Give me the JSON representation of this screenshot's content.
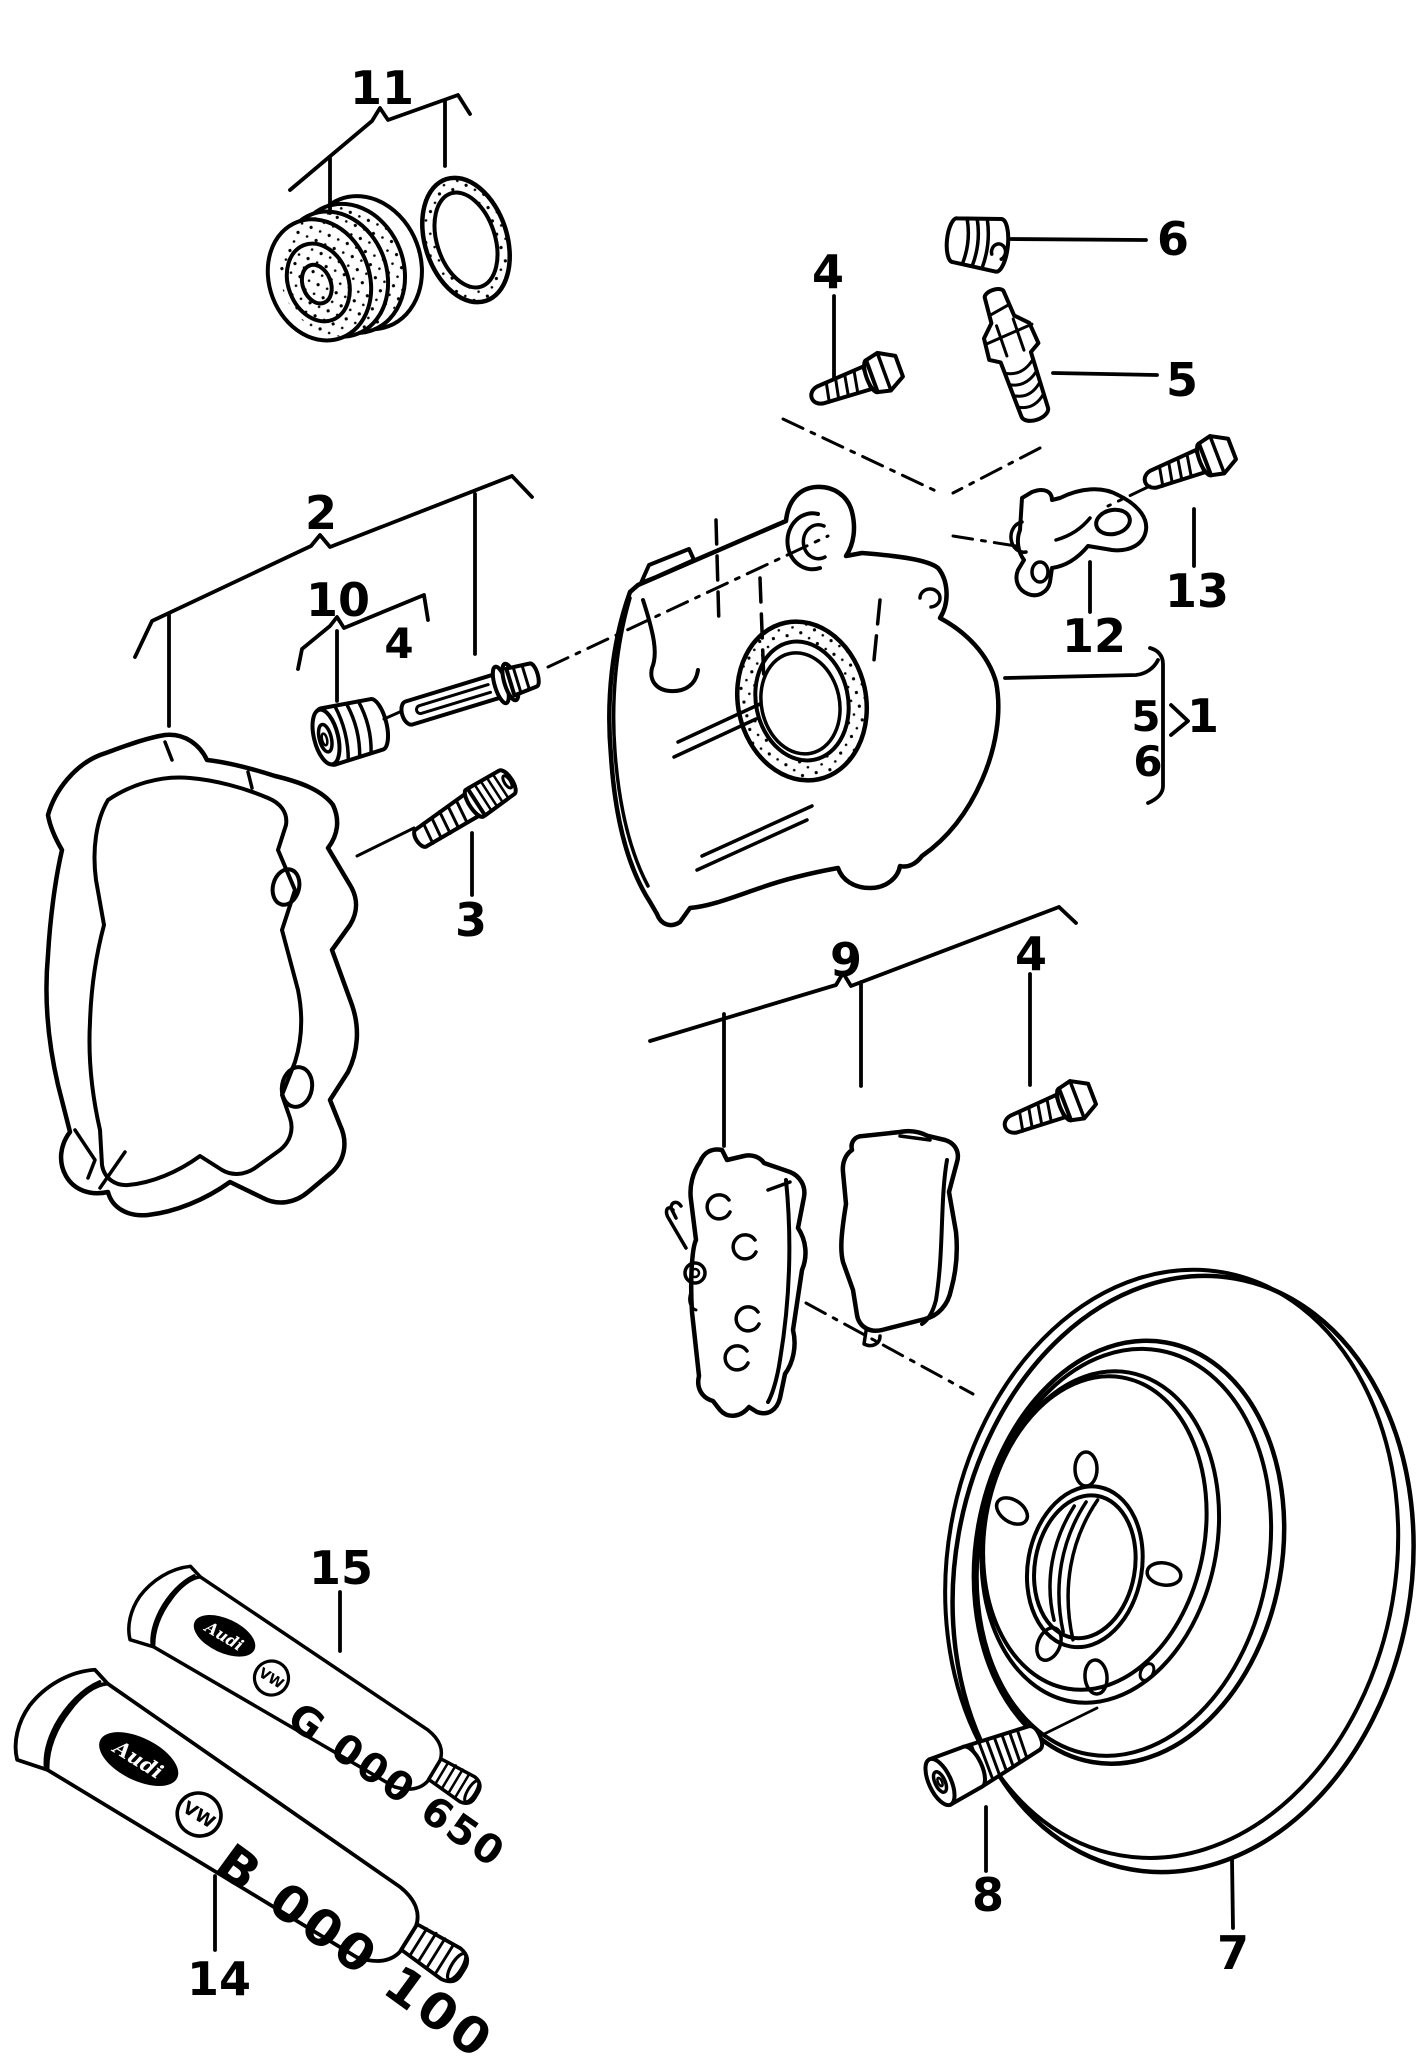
{
  "figure": {
    "background": "#ffffff",
    "ink": "#000000",
    "callouts": {
      "n1": "1",
      "n2": "2",
      "n3": "3",
      "n4_top": "4",
      "n4_mid": "4",
      "n4_pads": "4",
      "n5_top": "5",
      "n5_group": "5",
      "n6_top": "6",
      "n6_group": "6",
      "n7": "7",
      "n8": "8",
      "n9": "9",
      "n10": "10",
      "n11": "11",
      "n12": "12",
      "n13": "13",
      "n14": "14",
      "n15": "15"
    },
    "tubes": {
      "t15": {
        "code": "G 000 650",
        "audi": "Audi",
        "vw": "VW"
      },
      "t14": {
        "code": "B 000 100",
        "audi": "Audi",
        "vw": "VW"
      }
    }
  }
}
